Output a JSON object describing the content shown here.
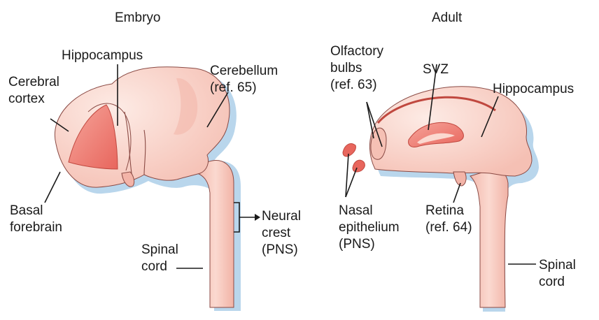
{
  "panels": {
    "embryo": {
      "title": "Embryo",
      "labels": {
        "hippocampus": "Hippocampus",
        "cerebral_cortex": "Cerebral\ncortex",
        "cerebellum": "Cerebellum\n(ref. 65)",
        "basal_forebrain": "Basal\nforebrain",
        "neural_crest": "Neural\ncrest\n(PNS)",
        "spinal_cord": "Spinal\ncord"
      }
    },
    "adult": {
      "title": "Adult",
      "labels": {
        "olfactory_bulbs": "Olfactory\nbulbs\n(ref. 63)",
        "svz": "SVZ",
        "hippocampus": "Hippocampus",
        "nasal_epithelium": "Nasal\nepithelium\n(PNS)",
        "retina": "Retina\n(ref. 64)",
        "spinal_cord": "Spinal\ncord"
      }
    }
  },
  "colors": {
    "tissue_fill": "#f9d2c8",
    "tissue_light": "#fde6df",
    "ventricle_fill": "#ef7c72",
    "shadow": "#b9d6ec",
    "outline": "#8a4a44"
  }
}
